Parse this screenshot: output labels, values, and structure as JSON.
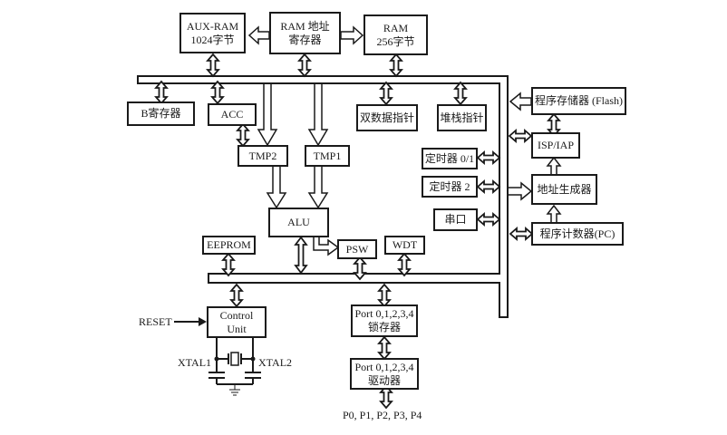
{
  "diagram": {
    "type": "block-diagram",
    "subject": "8051-family microcontroller internal architecture",
    "blocks": {
      "aux_ram": {
        "line1": "AUX-RAM",
        "line2": "1024字节"
      },
      "ram_addr_reg": {
        "line1": "RAM 地址",
        "line2": "寄存器"
      },
      "ram": {
        "line1": "RAM",
        "line2": "256字节"
      },
      "b_reg": {
        "line1": "B寄存器"
      },
      "acc": {
        "line1": "ACC"
      },
      "dptr": {
        "line1": "双数据指针"
      },
      "sp": {
        "line1": "堆栈指针"
      },
      "tmp2": {
        "line1": "TMP2"
      },
      "tmp1": {
        "line1": "TMP1"
      },
      "timer01": {
        "line1": "定时器 0/1"
      },
      "timer2": {
        "line1": "定时器 2"
      },
      "uart": {
        "line1": "串口"
      },
      "alu": {
        "line1": "ALU"
      },
      "eeprom": {
        "line1": "EEPROM"
      },
      "psw": {
        "line1": "PSW"
      },
      "wdt": {
        "line1": "WDT"
      },
      "flash": {
        "line1": "程序存储器 (Flash)"
      },
      "isp_iap": {
        "line1": "ISP/IAP"
      },
      "addr_gen": {
        "line1": "地址生成器"
      },
      "pc": {
        "line1": "程序计数器(PC)"
      },
      "control_unit": {
        "line1": "Control",
        "line2": "Unit"
      },
      "port_latch": {
        "line1": "Port 0,1,2,3,4",
        "line2": "锁存器"
      },
      "port_driver": {
        "line1": "Port 0,1,2,3,4",
        "line2": "驱动器"
      }
    },
    "labels": {
      "reset": "RESET",
      "xtal1": "XTAL1",
      "xtal2": "XTAL2",
      "ports": "P0, P1, P2, P3, P4"
    },
    "connections": [
      {
        "from": "ram_addr_reg",
        "to": "aux_ram",
        "kind": "hollow-arrow"
      },
      {
        "from": "ram_addr_reg",
        "to": "ram",
        "kind": "hollow-arrow"
      },
      {
        "from": "aux_ram",
        "to": "internal-bus",
        "kind": "bidirectional"
      },
      {
        "from": "ram_addr_reg",
        "to": "internal-bus",
        "kind": "bidirectional"
      },
      {
        "from": "ram",
        "to": "internal-bus",
        "kind": "bidirectional"
      },
      {
        "from": "b_reg",
        "to": "internal-bus",
        "kind": "bidirectional"
      },
      {
        "from": "acc",
        "to": "internal-bus",
        "kind": "bidirectional"
      },
      {
        "from": "acc",
        "to": "tmp2",
        "kind": "bidirectional"
      },
      {
        "from": "internal-bus",
        "to": "tmp2",
        "kind": "hollow-arrow"
      },
      {
        "from": "internal-bus",
        "to": "tmp1",
        "kind": "hollow-arrow"
      },
      {
        "from": "dptr",
        "to": "internal-bus",
        "kind": "bidirectional"
      },
      {
        "from": "sp",
        "to": "internal-bus",
        "kind": "bidirectional"
      },
      {
        "from": "tmp2",
        "to": "alu",
        "kind": "hollow-arrow"
      },
      {
        "from": "tmp1",
        "to": "alu",
        "kind": "hollow-arrow"
      },
      {
        "from": "alu",
        "to": "psw",
        "kind": "hollow-arrow"
      },
      {
        "from": "alu",
        "to": "lower-bus",
        "kind": "bidirectional"
      },
      {
        "from": "eeprom",
        "to": "lower-bus",
        "kind": "bidirectional"
      },
      {
        "from": "psw",
        "to": "lower-bus",
        "kind": "bidirectional"
      },
      {
        "from": "wdt",
        "to": "lower-bus",
        "kind": "bidirectional"
      },
      {
        "from": "timer01",
        "to": "internal-bus",
        "kind": "bidirectional"
      },
      {
        "from": "timer2",
        "to": "internal-bus",
        "kind": "bidirectional"
      },
      {
        "from": "uart",
        "to": "internal-bus",
        "kind": "bidirectional"
      },
      {
        "from": "flash",
        "to": "internal-bus",
        "kind": "hollow-arrow"
      },
      {
        "from": "isp_iap",
        "to": "internal-bus",
        "kind": "bidirectional"
      },
      {
        "from": "flash",
        "to": "isp_iap",
        "kind": "bidirectional"
      },
      {
        "from": "addr_gen",
        "to": "isp_iap",
        "kind": "hollow-arrow"
      },
      {
        "from": "internal-bus",
        "to": "addr_gen",
        "kind": "hollow-arrow"
      },
      {
        "from": "pc",
        "to": "addr_gen",
        "kind": "hollow-arrow"
      },
      {
        "from": "pc",
        "to": "internal-bus",
        "kind": "bidirectional"
      },
      {
        "from": "lower-bus",
        "to": "control_unit",
        "kind": "bidirectional"
      },
      {
        "from": "lower-bus",
        "to": "port_latch",
        "kind": "bidirectional"
      },
      {
        "from": "port_latch",
        "to": "port_driver",
        "kind": "bidirectional"
      },
      {
        "from": "port_driver",
        "to": "ports",
        "kind": "bidirectional"
      },
      {
        "from": "reset",
        "to": "control_unit",
        "kind": "arrow"
      }
    ]
  }
}
